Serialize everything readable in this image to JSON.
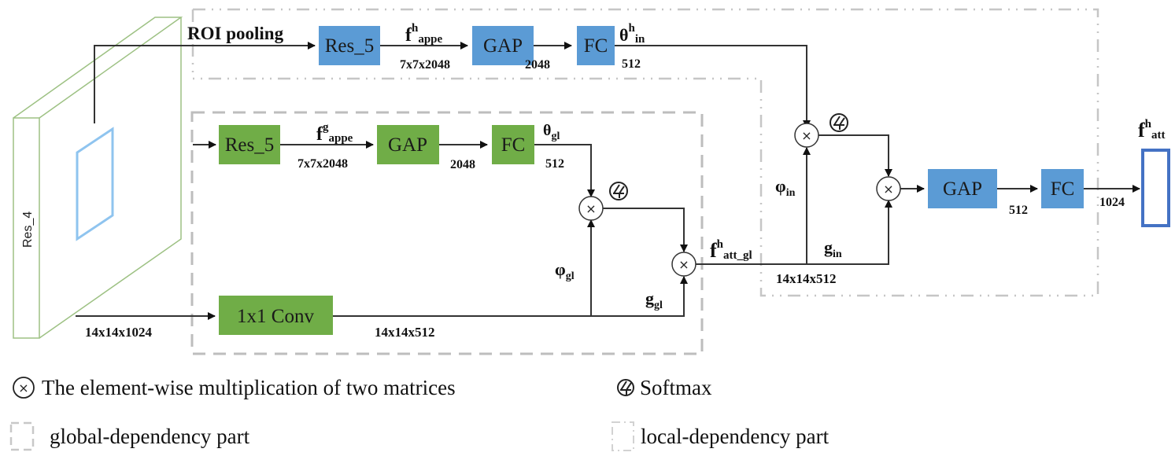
{
  "feature_map": {
    "label": "Res_4",
    "input_dim": "14x14x1024"
  },
  "roi": {
    "label": "ROI pooling"
  },
  "colors": {
    "local_block": "#5b9bd5",
    "global_block": "#70ad47",
    "output_vector": "#4472c4",
    "roi_box": "#8fc4ef",
    "feature_map_edge": "#9dc183"
  },
  "local_branch": {
    "res5": "Res_5",
    "f_appe": {
      "base": "f",
      "sup": "h",
      "sub": "appe"
    },
    "res5_dim": "7x7x2048",
    "gap": "GAP",
    "gap_dim": "2048",
    "fc": "FC",
    "theta": {
      "base": "θ",
      "sup": "h",
      "sub": "in"
    },
    "fc_dim": "512"
  },
  "global_branch": {
    "res5": "Res_5",
    "f_appe": {
      "base": "f",
      "sup": "g",
      "sub": "appe"
    },
    "res5_dim": "7x7x2048",
    "gap": "GAP",
    "gap_dim": "2048",
    "fc": "FC",
    "theta": {
      "base": "θ",
      "sub": "gl"
    },
    "fc_dim": "512",
    "conv": "1x1 Conv",
    "conv_dim": "14x14x512",
    "phi": {
      "base": "φ",
      "sub": "gl"
    },
    "g": {
      "base": "g",
      "sub": "gl"
    },
    "f_att_gl": {
      "base": "f",
      "sup": "h",
      "sub": "att_gl"
    }
  },
  "fusion": {
    "phi": {
      "base": "φ",
      "sub": "in"
    },
    "g": {
      "base": "g",
      "sub": "in"
    },
    "dim": "14x14x512",
    "gap": "GAP",
    "gap_dim": "512",
    "fc": "FC",
    "fc_dim": "1024",
    "output": {
      "base": "f",
      "sup": "h",
      "sub": "att"
    }
  },
  "symbols": {
    "multiply": "×"
  },
  "legend": {
    "multiply": "The element-wise multiplication  of two matrices",
    "softmax": "Softmax",
    "global": "global-dependency part",
    "local": "local-dependency part"
  }
}
